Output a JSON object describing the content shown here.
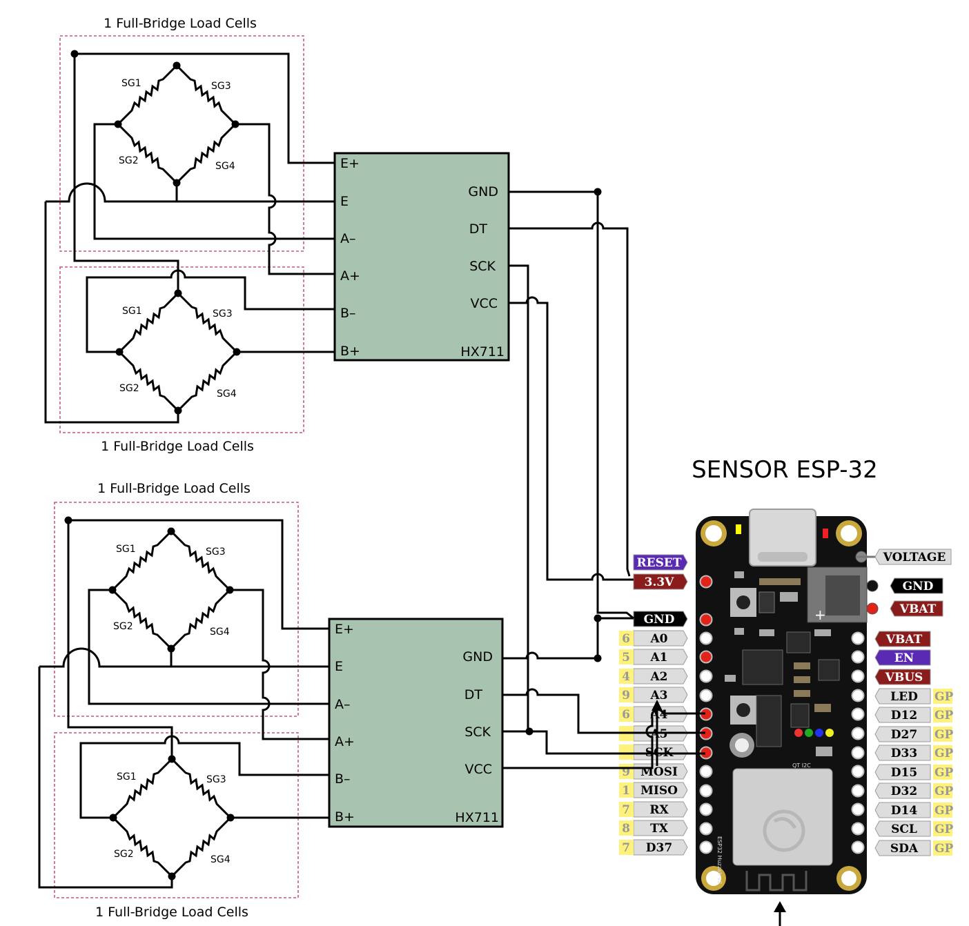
{
  "diagram": {
    "loadcell_label": "1 Full-Bridge Load Cells",
    "strain_gauges": [
      "SG1",
      "SG2",
      "SG3",
      "SG4"
    ],
    "hx711": {
      "name": "HX711",
      "left_pins": [
        "E+",
        "E",
        "A–",
        "A+",
        "B–",
        "B+"
      ],
      "right_pins": [
        "GND",
        "DT",
        "SCK",
        "VCC"
      ]
    },
    "board_title": "SENSOR ESP-32",
    "board_silkscreen": "ESP32 Huzzah v2",
    "board_left_pins": [
      "RESET",
      "3.3V",
      "GND",
      "A0",
      "A1",
      "A2",
      "A3",
      "A4",
      "A5",
      "SCK",
      "MOSI",
      "MISO",
      "RX",
      "TX",
      "D37"
    ],
    "board_right_pins": [
      "VOLTAGE",
      "GND",
      "VBAT",
      "VBAT",
      "EN",
      "VBUS",
      "LED",
      "D12",
      "D27",
      "D33",
      "D15",
      "D32",
      "D14",
      "SCL",
      "SDA"
    ],
    "left_gpio_numbers": [
      "6",
      "5",
      "4",
      "9",
      "6",
      "",
      "",
      "9",
      "1",
      "7",
      "8",
      "7"
    ],
    "right_gpio_prefix": "GP",
    "colors": {
      "board": "#111111",
      "hx711_fill": "#a8c3b0",
      "loadcell_border": "#c03060",
      "pin_power": "#8b1c1c",
      "pin_ground": "#000000",
      "pin_control": "#5a2ab5",
      "pin_gpio": "#dddddd",
      "gpio_highlight": "#fff27a"
    }
  }
}
